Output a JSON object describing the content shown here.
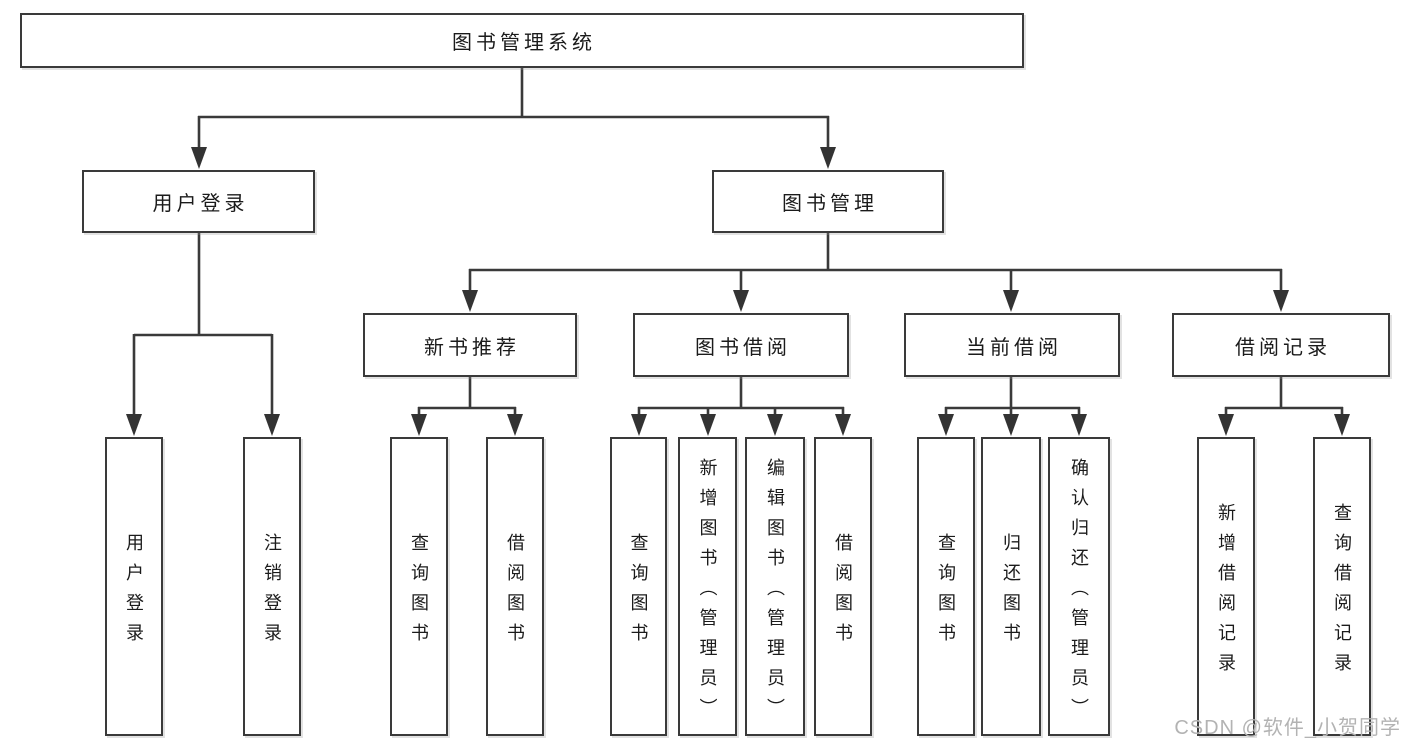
{
  "diagram": {
    "root": {
      "label": "图书管理系统"
    },
    "branches": [
      {
        "label": "用户登录",
        "children": [
          {
            "label": "用户登录"
          },
          {
            "label": "注销登录"
          }
        ]
      },
      {
        "label": "图书管理",
        "children": [
          {
            "label": "新书推荐",
            "children": [
              {
                "label": "查询图书"
              },
              {
                "label": "借阅图书"
              }
            ]
          },
          {
            "label": "图书借阅",
            "children": [
              {
                "label": "查询图书"
              },
              {
                "label": "新增图书（管理员）"
              },
              {
                "label": "编辑图书（管理员）"
              },
              {
                "label": "借阅图书"
              }
            ]
          },
          {
            "label": "当前借阅",
            "children": [
              {
                "label": "查询图书"
              },
              {
                "label": "归还图书"
              },
              {
                "label": "确认归还（管理员）"
              }
            ]
          },
          {
            "label": "借阅记录",
            "children": [
              {
                "label": "新增借阅记录"
              },
              {
                "label": "查询借阅记录"
              }
            ]
          }
        ]
      }
    ]
  },
  "watermark": {
    "text": "CSDN @软件_小贺同学"
  },
  "colors": {
    "line": "#3a3a3a",
    "arrow": "#333333",
    "box_border": "#3a3a3a",
    "text": "#1b1b1b",
    "watermark": "#b3b3b3",
    "background": "#ffffff"
  }
}
